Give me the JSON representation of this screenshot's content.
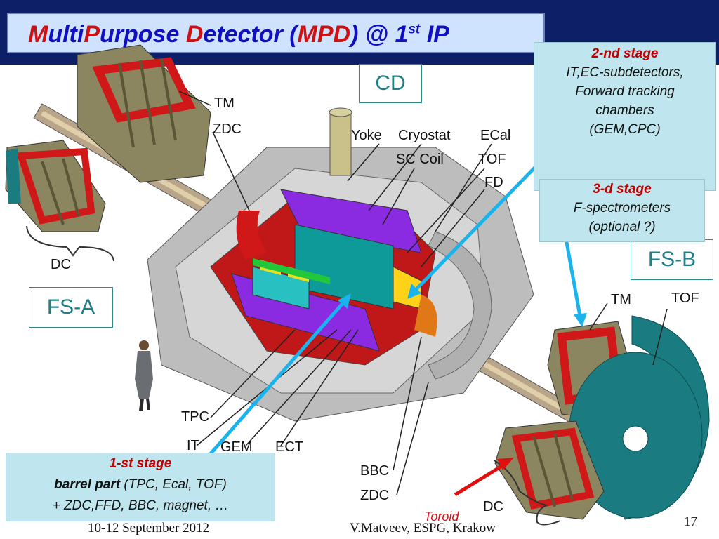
{
  "title": {
    "multi_initial": "M",
    "multi_rest": "ulti",
    "purpose_initial": "P",
    "purpose_rest": "urpose ",
    "detector_initial": "D",
    "detector_rest": "etector (",
    "mpd": "MPD",
    "rest": ") @  1",
    "sup": "st",
    "ip": " IP"
  },
  "stage2": {
    "head": "2-nd stage",
    "lines": [
      "IT,EC-subdetectors,",
      "Forward tracking",
      "chambers",
      "(GEM,CPC)"
    ]
  },
  "stage3": {
    "head": "3-d stage",
    "lines": [
      "F-spectrometers",
      "(optional ?)"
    ]
  },
  "stage1": {
    "head": "1-st stage",
    "bold": "barrel part",
    "line1_rest": " (TPC, Ecal, TOF)",
    "line2": "+ ZDC,FFD, BBC, magnet, …"
  },
  "regions": {
    "cd": "CD",
    "fs_a": "FS-A",
    "fs_b": "FS-B"
  },
  "labels": {
    "tm_left": "TM",
    "zdc_left": "ZDC",
    "dc_left": "DC",
    "yoke": "Yoke",
    "cryostat": "Cryostat",
    "ecal": "ECal",
    "sc_coil": "SC Coil",
    "tof_top": "TOF",
    "fd": "FD",
    "tm_right": "TM",
    "tof_right": "TOF",
    "tpc": "TPC",
    "it": "IT",
    "gem": "GEM",
    "ect": "ECT",
    "bbc": "BBC",
    "zdc_bottom": "ZDC",
    "toroid": "Toroid",
    "dc_right": "DC"
  },
  "footer": {
    "date": "10-12 September 2012",
    "author": "V.Matveev, ESPG, Krakow",
    "page": "17"
  },
  "colors": {
    "topbar": "#0d1f66",
    "title_blue": "#1010c0",
    "title_red": "#d01010",
    "stage_box": "#bfe6ee",
    "stage_head": "#c00000",
    "arrow_blue": "#19b4ee",
    "arrow_red": "#e01010",
    "region_text": "#1f7f86"
  }
}
